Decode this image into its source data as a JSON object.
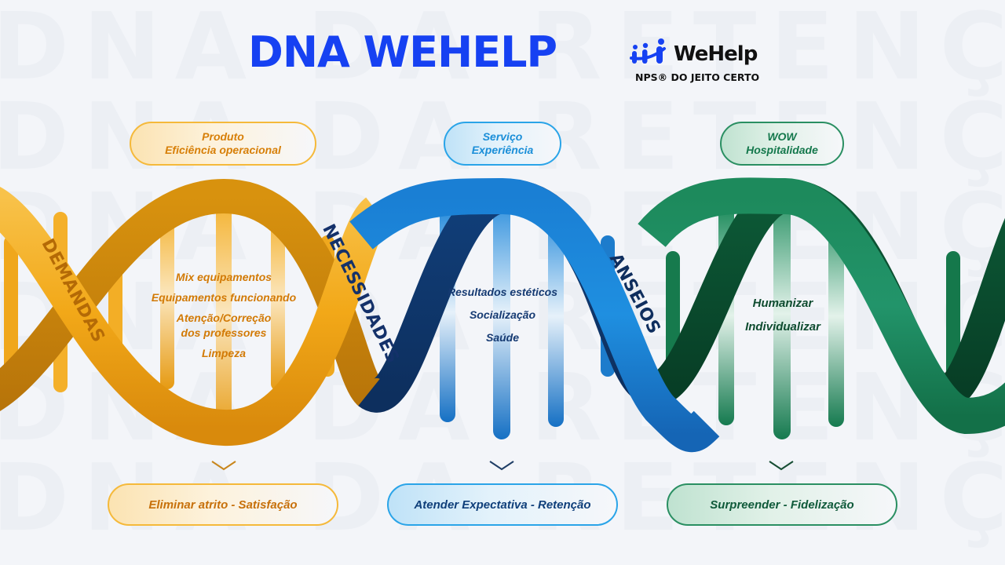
{
  "watermark": [
    "DNA DA RETENÇÃO",
    "DNA DA RETENÇÃO",
    "DNA DA RETENÇÃO",
    "DNA DA RETENÇÃO",
    "DNA DA RETENÇÃO",
    "DNA DA RETENÇÃO"
  ],
  "header": {
    "title": "DNA WEHELP",
    "logo_text": "WeHelp",
    "logo_tagline": "NPS® DO JEITO CERTO"
  },
  "top_pills": [
    {
      "line1": "Produto",
      "line2": "Eficiência operacional"
    },
    {
      "line1": "Serviço",
      "line2": "Experiência"
    },
    {
      "line1": "WOW",
      "line2": "Hospitalidade"
    }
  ],
  "strand_labels": {
    "demandas": "DEMANDAS",
    "necessidades": "NECESSIDADES",
    "anseios": "ANSEIOS"
  },
  "centers": {
    "orange": [
      "Mix equipamentos",
      "Equipamentos funcionando",
      "Atenção/Correção",
      "dos professores",
      "Limpeza"
    ],
    "blue": [
      "Resultados estéticos",
      "Socialização",
      "Saúde"
    ],
    "green": [
      "Humanizar",
      "Individualizar"
    ]
  },
  "bottom_pills": [
    "Eliminar atrito - Satisfação",
    "Atender Expectativa - Retenção",
    "Surpreender - Fidelização"
  ],
  "colors": {
    "title": "#1641f2",
    "orange": "#f5b323",
    "blue": "#1e88d8",
    "green": "#1d8a5c",
    "background": "#f3f5f9"
  }
}
